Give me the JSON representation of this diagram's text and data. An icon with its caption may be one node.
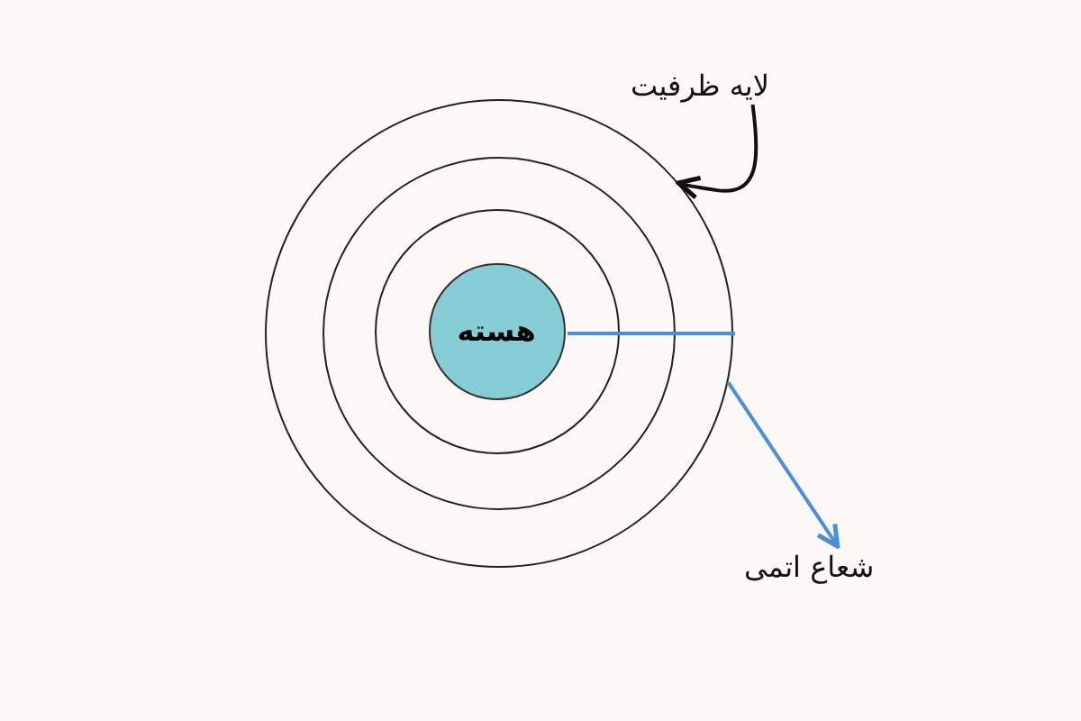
{
  "diagram": {
    "nodes": [
      {
        "text": [],
        "shape": "circle"
      },
      {
        "text": [],
        "shape": "circle",
        "in": 0
      },
      {
        "text": [],
        "shape": "circle",
        "in": 1
      },
      {
        "text": [
          "هسته"
        ],
        "in": 2
      },
      {
        "text": [
          "لایه ظرفیت"
        ]
      },
      {
        "text": [
          "شعاع اتمی"
        ]
      }
    ],
    "edges": [
      {
        "from": 4,
        "to": 0,
        "arrow": "to"
      },
      {
        "from": 0,
        "to": 5,
        "arrow": "to",
        "color": "#4a90d9"
      }
    ]
  }
}
